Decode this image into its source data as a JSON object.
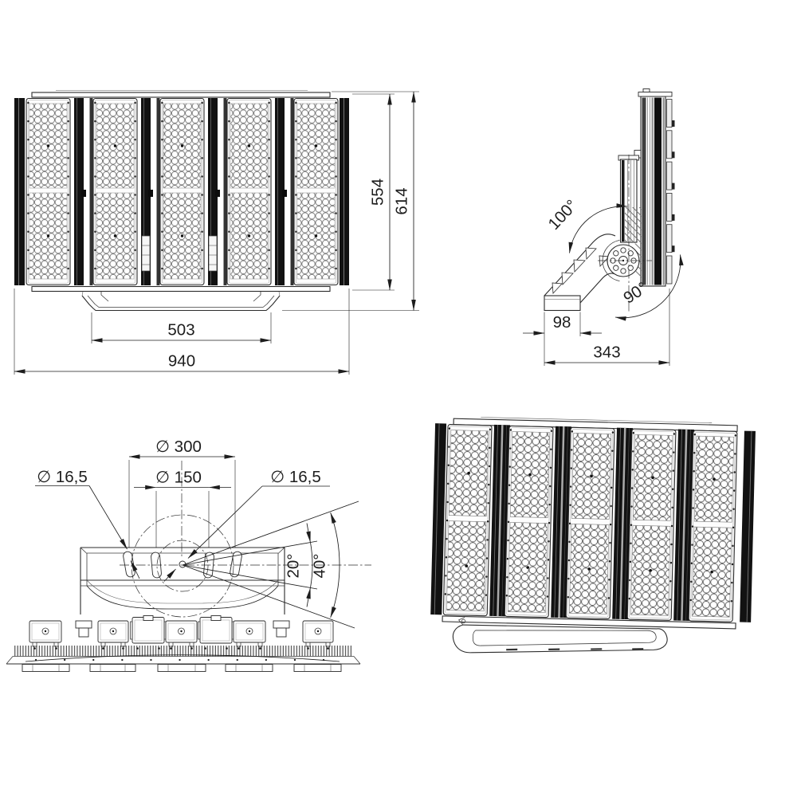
{
  "colors": {
    "background": "#ffffff",
    "line": "#2b2b2b",
    "dark_fill": "#121212",
    "text": "#1d1d1d"
  },
  "views": {
    "front": {
      "dim_height_panel": "554",
      "dim_height_total": "614",
      "dim_width_mount": "503",
      "dim_width_total": "940"
    },
    "side": {
      "dim_angle_upper": "100°",
      "dim_angle_lower": "90°",
      "dim_foot_depth": "98",
      "dim_total_depth": "343"
    },
    "bottom": {
      "dim_dia_outer": "∅ 300",
      "dim_dia_inner": "∅ 150",
      "dim_dia_slot_left": "∅ 16,5",
      "dim_dia_slot_right": "∅ 16,5",
      "dim_angle_half": "20°",
      "dim_angle_full": "40°"
    }
  }
}
